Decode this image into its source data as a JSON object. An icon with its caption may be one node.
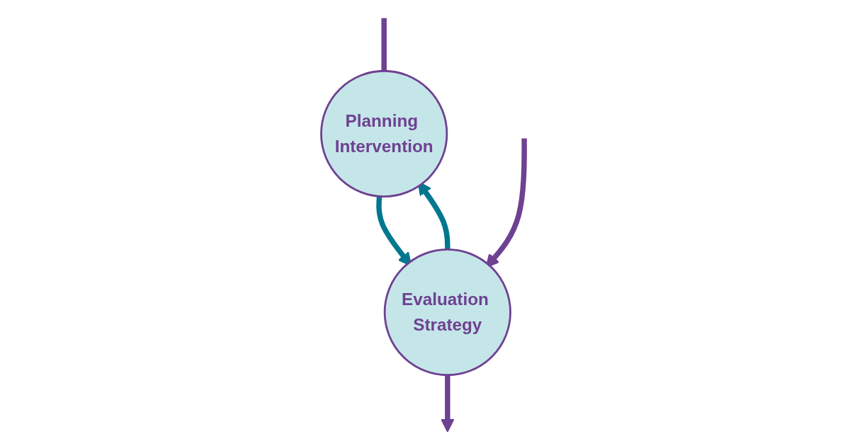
{
  "diagram": {
    "nodes": [
      {
        "text": [
          "Planning Intervention"
        ]
      },
      {
        "text": [
          "Evaluation Strategy"
        ]
      }
    ],
    "edges": [
      {
        "from": 0,
        "to": null,
        "arrow": "none",
        "color": "#6e4191"
      },
      {
        "from": 0,
        "to": 1,
        "arrow": "to",
        "color": "#00778f"
      },
      {
        "from": 1,
        "to": 0,
        "arrow": "to",
        "color": "#00778f"
      },
      {
        "from": null,
        "to": 1,
        "arrow": "to",
        "color": "#6e4191"
      },
      {
        "from": 1,
        "to": null,
        "arrow": "to",
        "color": "#6e4191"
      }
    ]
  }
}
